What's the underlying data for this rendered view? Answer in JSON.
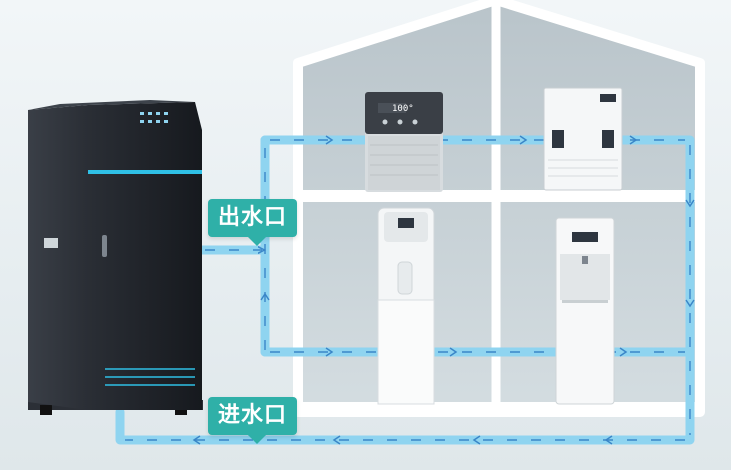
{
  "labels": {
    "outlet": "出水口",
    "inlet": "进水口"
  },
  "devices": {
    "main_unit": {
      "icon": "water-purifier-cabinet-icon"
    },
    "top_left": {
      "icon": "countertop-dispenser-icon",
      "display": "100°"
    },
    "top_right": {
      "icon": "wall-mounted-boiler-icon"
    },
    "bottom_left": {
      "icon": "floor-standing-dispenser-icon"
    },
    "bottom_right": {
      "icon": "vertical-water-dispenser-icon"
    }
  },
  "colors": {
    "accent": "#2fb0a8",
    "pipe": "#8fd4f0",
    "flow_arrow": "#3a86c8",
    "cabinet": "#1f2329",
    "house_frame": "#ffffff"
  }
}
